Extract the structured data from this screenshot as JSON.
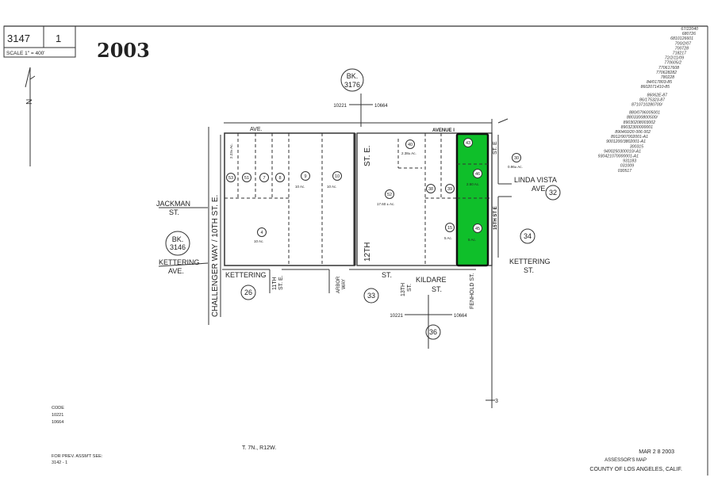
{
  "header": {
    "book": "3147",
    "page": "1",
    "scale": "SCALE 1\" = 400'",
    "year": "2003"
  },
  "north_label": "N",
  "highlight_color": "#0fbf2a",
  "book_refs": [
    {
      "label": "BK.",
      "number": "3176"
    },
    {
      "label": "BK.",
      "number": "3146"
    }
  ],
  "code_lines": [
    {
      "left": "10221",
      "right": "10664"
    },
    {
      "left": "10221",
      "right": "10664"
    }
  ],
  "streets": {
    "avenue_i": "AVENUE I",
    "avenue_short": "AVE.",
    "challenger": "CHALLENGER WAY / 10TH ST. E.",
    "jackman": [
      "JACKMAN",
      "ST."
    ],
    "kettering_ave": [
      "KETTERING",
      "AVE."
    ],
    "kettering": "KETTERING",
    "eleventh": [
      "11TH",
      "ST. E."
    ],
    "arbor": [
      "ARBOR",
      "WAY"
    ],
    "twelfth": "12TH",
    "twelfth_st": "ST. E.",
    "twelfth_bottom": "ST.",
    "thirteenth": [
      "13TH",
      "ST."
    ],
    "kildare": [
      "KILDARE",
      "ST."
    ],
    "fenhold": "FENHOLD ST.",
    "fifteenth": "15TH ST E",
    "fifteenth_top": "ST. E",
    "linda_vista": [
      "LINDA VISTA",
      "AVE."
    ],
    "kettering_st": [
      "KETTERING",
      "ST."
    ]
  },
  "map_pages": [
    "26",
    "33",
    "36",
    "32",
    "34"
  ],
  "parcels": [
    {
      "number": "53",
      "area": "2.23± Ac."
    },
    {
      "number": "51",
      "area": ""
    },
    {
      "number": "7",
      "area": ""
    },
    {
      "number": "8",
      "area": ""
    },
    {
      "number": "9",
      "area": "10 Ac."
    },
    {
      "number": "10",
      "area": "10 Ac."
    },
    {
      "number": "4",
      "area": "10 Ac."
    },
    {
      "number": "52",
      "area": "17.60 ± Ac."
    },
    {
      "number": "40",
      "area": "2.38± Ac."
    },
    {
      "number": "38",
      "area": ""
    },
    {
      "number": "39",
      "area": ""
    },
    {
      "number": "15",
      "area": "5 Ac."
    },
    {
      "number": "43",
      "area": ""
    },
    {
      "number": "46",
      "area": "2.50 Ac."
    },
    {
      "number": "45",
      "area": "5 Ac."
    },
    {
      "number": "30",
      "area": "0.96± Ac."
    }
  ],
  "history_codes": [
    "67/22040",
    "680726",
    "6810126601",
    "700/2/07",
    "700728",
    "718217",
    "72/2/11/09",
    "770605/2",
    "770617608",
    "770628282",
    "780228",
    "84/017803-85",
    "8602071410-85",
    "86062E-87",
    "86/175323-87",
    "8710710280700/",
    "880/0796005001",
    "8803300800500/",
    "89030208003002",
    "89032300000001",
    "890460/20 006 002",
    "8912/907002001-A1",
    "9001200/3802001-A1",
    "300315",
    "9400250300010/-A1",
    "930421070000001-A1",
    "931183",
    "031009",
    "030517"
  ],
  "footer": {
    "code_label": "CODE",
    "codes": [
      "10221",
      "10664"
    ],
    "township": "T. 7N., R12W.",
    "prev_label": "FOR PREV. ASSM'T SEE:",
    "prev_ref": "3142 - 1",
    "date": "MAR 2 8 2003",
    "map_label": "ASSESSOR'S MAP",
    "county": "COUNTY OF LOS ANGELES, CALIF.",
    "sheet_marker": "3"
  }
}
